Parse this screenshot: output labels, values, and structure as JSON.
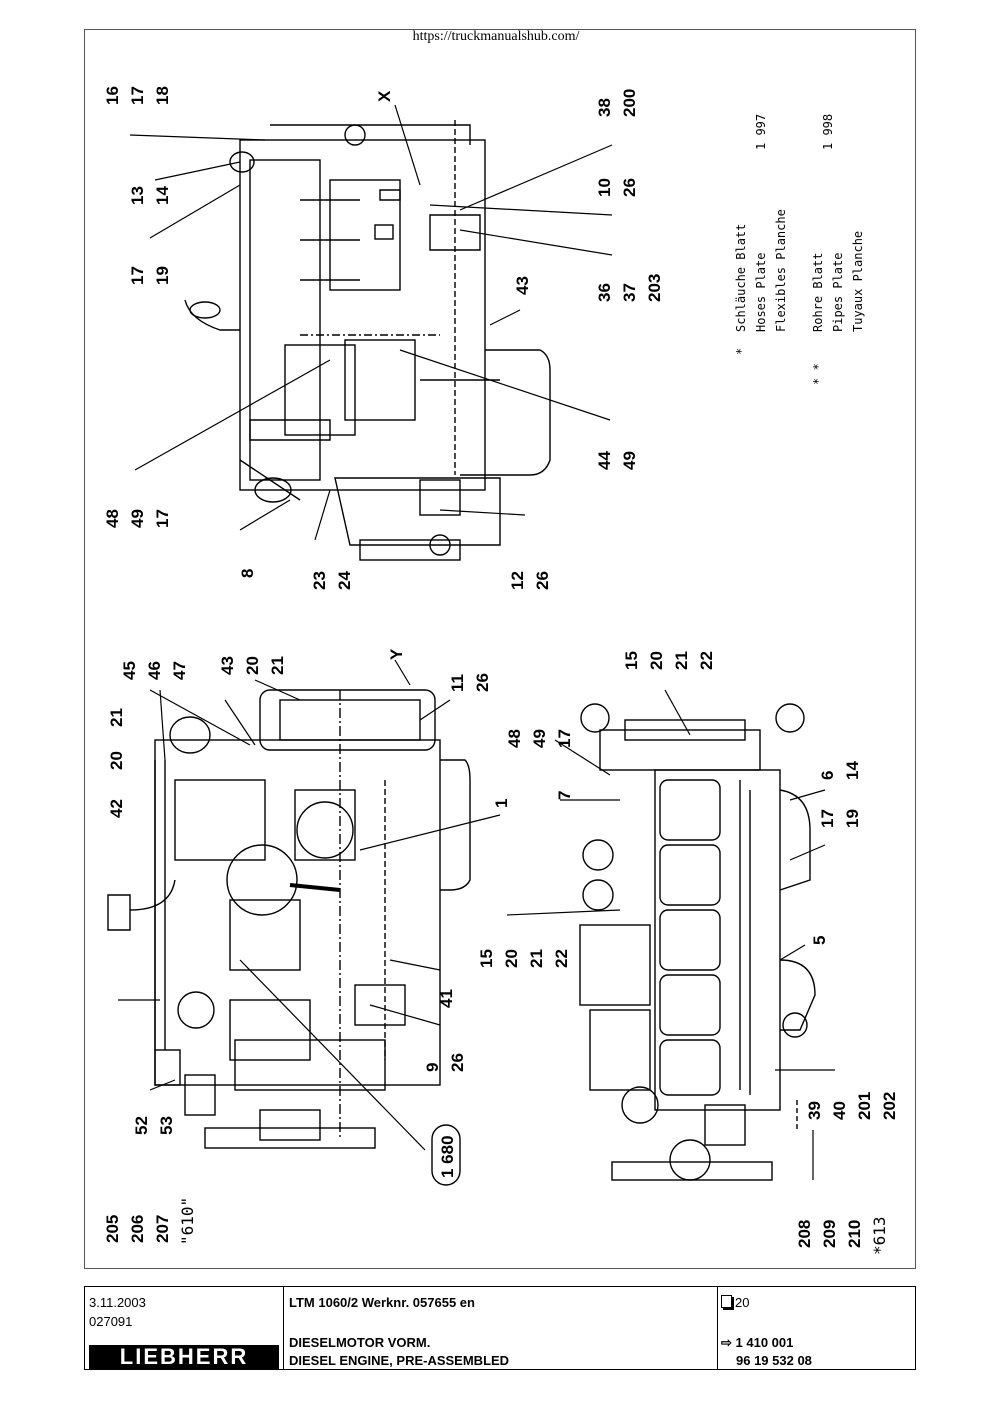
{
  "header": {
    "url": "https://truckmanualshub.com/"
  },
  "callouts": {
    "top": [
      "16",
      "17",
      "18",
      "X",
      "38",
      "200",
      "13",
      "14",
      "10",
      "26",
      "17",
      "19",
      "36",
      "37",
      "203",
      "43",
      "44",
      "49",
      "48",
      "49",
      "17",
      "8",
      "23",
      "24",
      "12",
      "26"
    ],
    "bottom_left": [
      "45",
      "46",
      "47",
      "43",
      "20",
      "21",
      "Y",
      "11",
      "26",
      "21",
      "20",
      "42",
      "1",
      "41",
      "9",
      "26",
      "52",
      "53",
      "1 680",
      "205",
      "206",
      "207",
      "\"610\""
    ],
    "bottom_right": [
      "15",
      "20",
      "21",
      "22",
      "48",
      "49",
      "17",
      "7",
      "6",
      "14",
      "17",
      "19",
      "15",
      "20",
      "21",
      "22",
      "5",
      "39",
      "40",
      "201",
      "202",
      "208",
      "209",
      "210",
      "*613"
    ]
  },
  "legend": {
    "group1_marker": "*",
    "group1_lines": [
      "Schläuche Blatt",
      "Hoses    Plate",
      "Flexibles Planche"
    ],
    "group1_number": "1 997",
    "group2_marker": "* *",
    "group2_lines": [
      "Rohre   Blatt",
      "Pipes   Plate",
      "Tuyaux  Planche"
    ],
    "group2_number": "1 998"
  },
  "titleblock": {
    "date": "3.11.2003",
    "code": "027091",
    "logo": "LIEBHERR",
    "model": "LTM 1060/2 Werknr. 057655 en",
    "title_de": "DIESELMOTOR VORM.",
    "title_en": "DIESEL ENGINE, PRE-ASSEMBLED",
    "sheet": "20",
    "ref_number": "1 410 001",
    "part_number": "96 19 532 08",
    "arrow": "⇨"
  }
}
